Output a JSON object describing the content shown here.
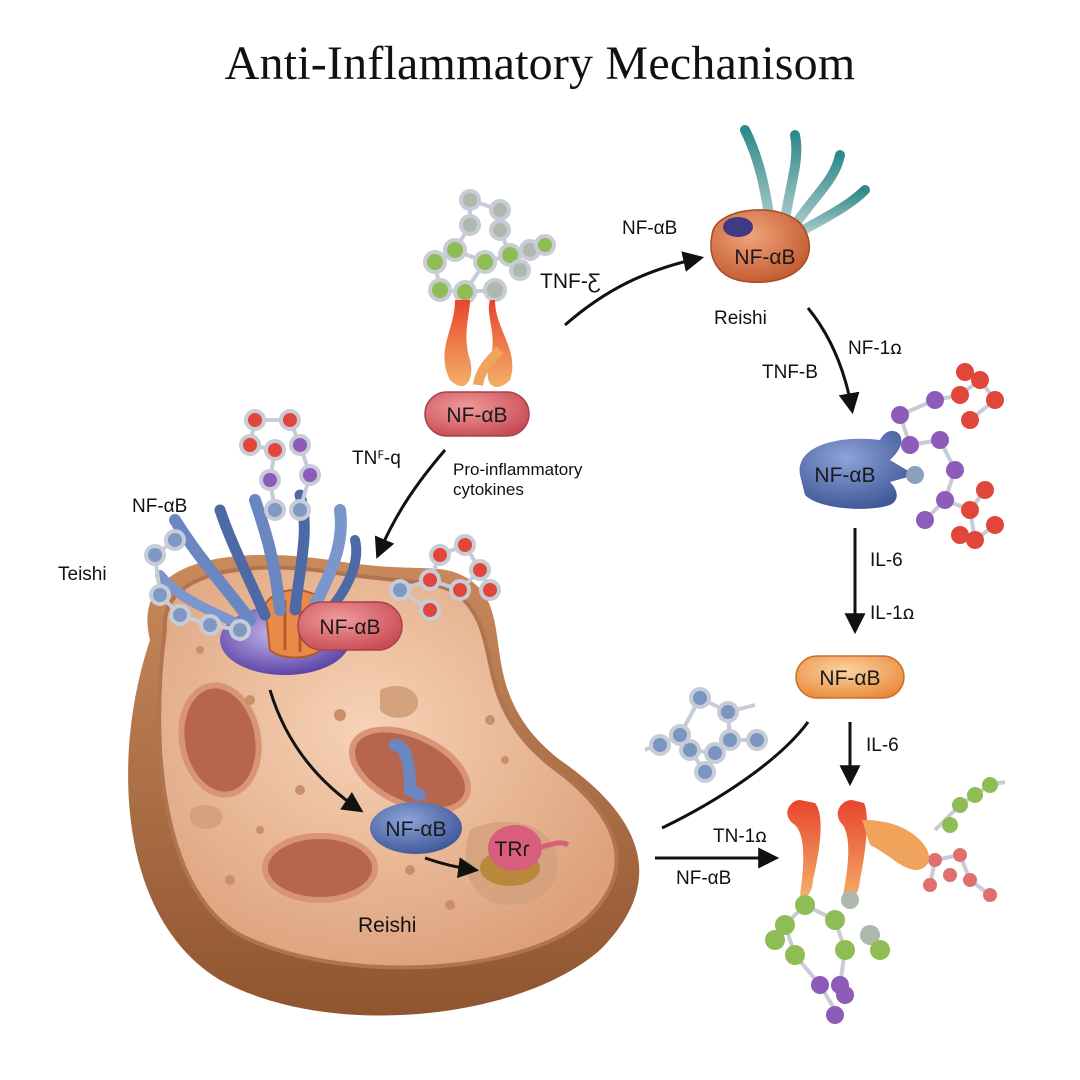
{
  "title": "Anti-Inflammatory Mechanisom",
  "nodes": {
    "top_center_receptor": "NF-αB",
    "top_right_cell": "NF-αB",
    "right_blue_protein": "NF-αB",
    "right_orange_pill": "NF-αB",
    "cell_membrane_protein": "NF-αB",
    "cell_blue_protein": "NF-αB",
    "cell_pink_protein": "TRɾ"
  },
  "labels": {
    "arrow1_top": "NF-αB",
    "arrow1_side": "TNF-Ƹ",
    "reishi_top_right": "Reishi",
    "arrow2_right": "NF-1ꭥ",
    "arrow2_left": "TNF-B",
    "arrow3_label": "TNꟳ-q",
    "pro_inflammatory": "Pro-inflammatory\ncytokines",
    "cell_left_nf": "NF-αB",
    "teishi": "Teishi",
    "il6_first": "IL-6",
    "il1_first": "IL-1ꭥ",
    "il6_second": "IL-6",
    "tn1": "TN-1ꭥ",
    "nf_bottom": "NF-αB",
    "reishi_cell": "Reishi"
  },
  "colors": {
    "cell_body": "#e9b48f",
    "cell_shell": "#b97a4f",
    "nfkb_red": "#d9626a",
    "nfkb_blue": "#4f68a8",
    "nfkb_orange": "#f0a35a",
    "teal": "#3f8f8c",
    "atom_green": "#8fbd55",
    "atom_red": "#e0473a",
    "atom_purple": "#8d5bb8",
    "atom_blue": "#7f9ac2"
  }
}
